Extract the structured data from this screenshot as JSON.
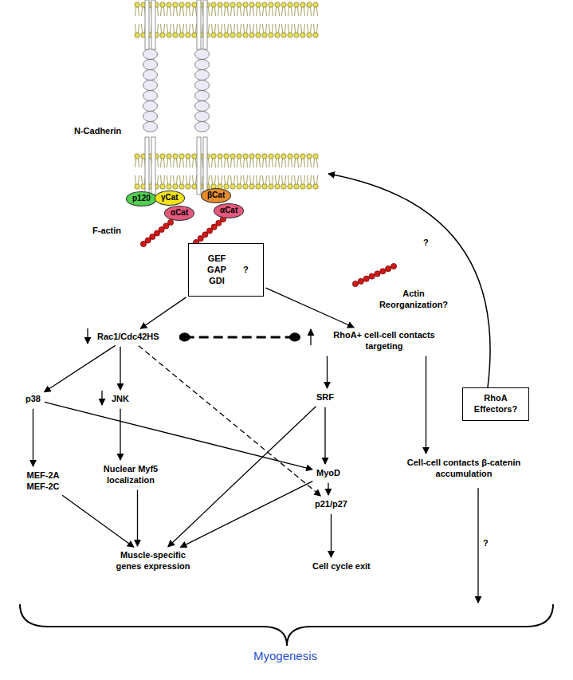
{
  "diagram": {
    "nodes": [
      {
        "text": [
          "p120"
        ]
      },
      {
        "text": [
          "γCat"
        ]
      },
      {
        "text": [
          "αCat"
        ]
      },
      {
        "text": [
          "βCat"
        ]
      },
      {
        "text": [
          "αCat"
        ]
      },
      {
        "text": [
          "GEF GAP GDI",
          "?"
        ]
      },
      {
        "text": [
          "Rac1/Cdc42HS"
        ]
      },
      {
        "text": [
          "RhoA+ cell-cell contacts targeting"
        ]
      },
      {
        "text": [
          "p38"
        ]
      },
      {
        "text": [
          "JNK"
        ]
      },
      {
        "text": [
          "SRF"
        ]
      },
      {
        "text": [
          "RhoA Effectors?"
        ]
      },
      {
        "text": [
          "Cell-cell contacts β-catenin accumulation"
        ]
      },
      {
        "text": [
          "MEF-2A MEF-2C"
        ]
      },
      {
        "text": [
          "Nuclear Myf5 localization"
        ]
      },
      {
        "text": [
          "MyoD"
        ]
      },
      {
        "text": [
          "p21/p27"
        ]
      },
      {
        "text": [
          "Muscle-specific genes expression"
        ]
      },
      {
        "text": [
          "Cell cycle exit"
        ]
      }
    ],
    "edges": [
      {
        "from": 5,
        "to": 6,
        "arrow": "to"
      },
      {
        "from": 5,
        "to": 7,
        "arrow": "to"
      },
      {
        "from": 6,
        "to": 7,
        "arrow": "none"
      },
      {
        "from": 6,
        "to": 8,
        "arrow": "to"
      },
      {
        "from": 6,
        "to": 9,
        "arrow": "to"
      },
      {
        "from": 6,
        "to": 16,
        "arrow": "to"
      },
      {
        "from": 7,
        "to": 10,
        "arrow": "to"
      },
      {
        "from": 7,
        "to": 12,
        "arrow": "to"
      },
      {
        "from": 8,
        "to": 13,
        "arrow": "to"
      },
      {
        "from": 8,
        "to": 15,
        "arrow": "to"
      },
      {
        "from": 9,
        "to": 14,
        "arrow": "to"
      },
      {
        "from": 10,
        "to": 17,
        "arrow": "to"
      },
      {
        "from": 10,
        "to": 15,
        "arrow": "to"
      },
      {
        "from": 13,
        "to": 17,
        "arrow": "to"
      },
      {
        "from": 14,
        "to": 17,
        "arrow": "to"
      },
      {
        "from": 15,
        "to": 17,
        "arrow": "to"
      },
      {
        "from": 15,
        "to": 16,
        "arrow": "to"
      },
      {
        "from": 16,
        "to": 18,
        "arrow": "to"
      }
    ],
    "labels": [
      "N-Cadherin",
      "F-actin",
      "Actin Reorganization?",
      "?",
      "?",
      "Myogenesis"
    ]
  }
}
